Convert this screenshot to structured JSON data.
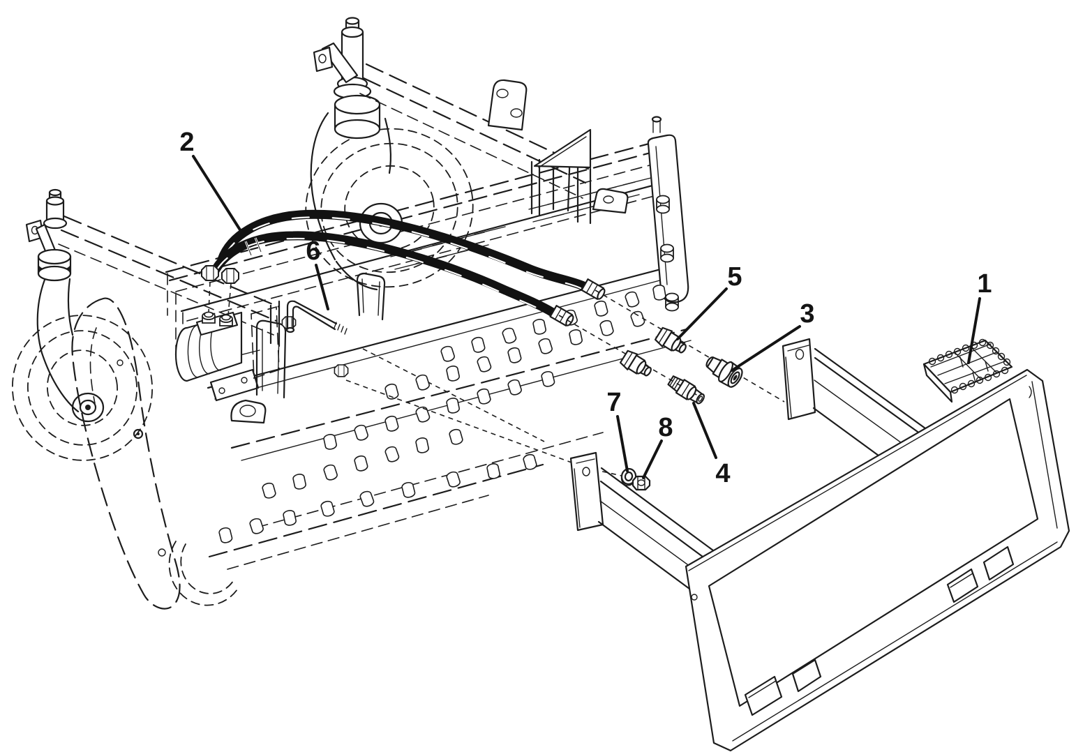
{
  "figure": {
    "background_color": "#ffffff",
    "line_color": "#1c1c1c",
    "hose_color": "#121212"
  },
  "callouts": {
    "c1": {
      "label": "1"
    },
    "c2": {
      "label": "2"
    },
    "c3": {
      "label": "3"
    },
    "c4": {
      "label": "4"
    },
    "c5": {
      "label": "5"
    },
    "c6": {
      "label": "6"
    },
    "c7": {
      "label": "7"
    },
    "c8": {
      "label": "8"
    }
  }
}
